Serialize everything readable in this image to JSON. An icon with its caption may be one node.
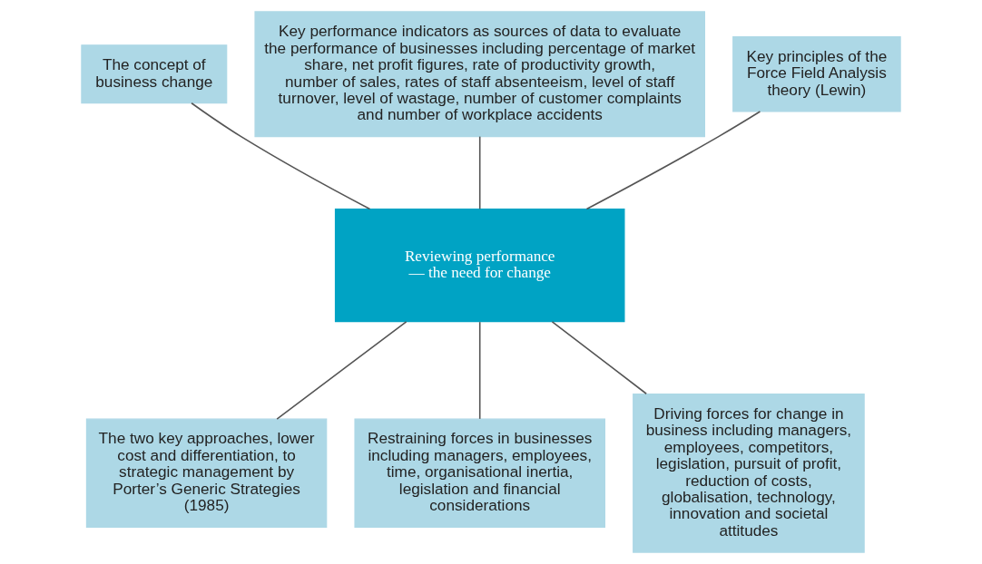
{
  "diagram": {
    "nodes": [
      {
        "text": [
          "The concept of business change"
        ]
      },
      {
        "text": [
          "Key performance indicators as sources of data to evaluate the performance of businesses including percentage of market share, net profit figures, rate of productivity growth, number of sales, rates of staff absenteeism, level of staff turnover, level of wastage, number of customer complaints and number of workplace accidents"
        ]
      },
      {
        "text": [
          "Key principles of the Force Field Analysis theory (Lewin)"
        ]
      },
      {
        "text": [
          "Reviewing performance — the need for change"
        ]
      },
      {
        "text": [
          "The two key approaches, lower cost and differentiation, to strategic management by Porter’s Generic Strategies (1985)"
        ]
      },
      {
        "text": [
          "Restraining forces in businesses including managers, employees, time, organisational inertia, legislation and financial considerations"
        ]
      },
      {
        "text": [
          "Driving forces for change in business including managers, employees, competitors, legislation, pursuit of profit, reduction of costs, globalisation, technology, innovation and societal attitudes"
        ]
      }
    ],
    "edges": [
      {
        "from": 0,
        "to": 3,
        "arrow": "none"
      },
      {
        "from": 1,
        "to": 3,
        "arrow": "none"
      },
      {
        "from": 2,
        "to": 3,
        "arrow": "none"
      },
      {
        "from": 3,
        "to": 4,
        "arrow": "none"
      },
      {
        "from": 3,
        "to": 5,
        "arrow": "none"
      },
      {
        "from": 3,
        "to": 6,
        "arrow": "none"
      }
    ]
  }
}
